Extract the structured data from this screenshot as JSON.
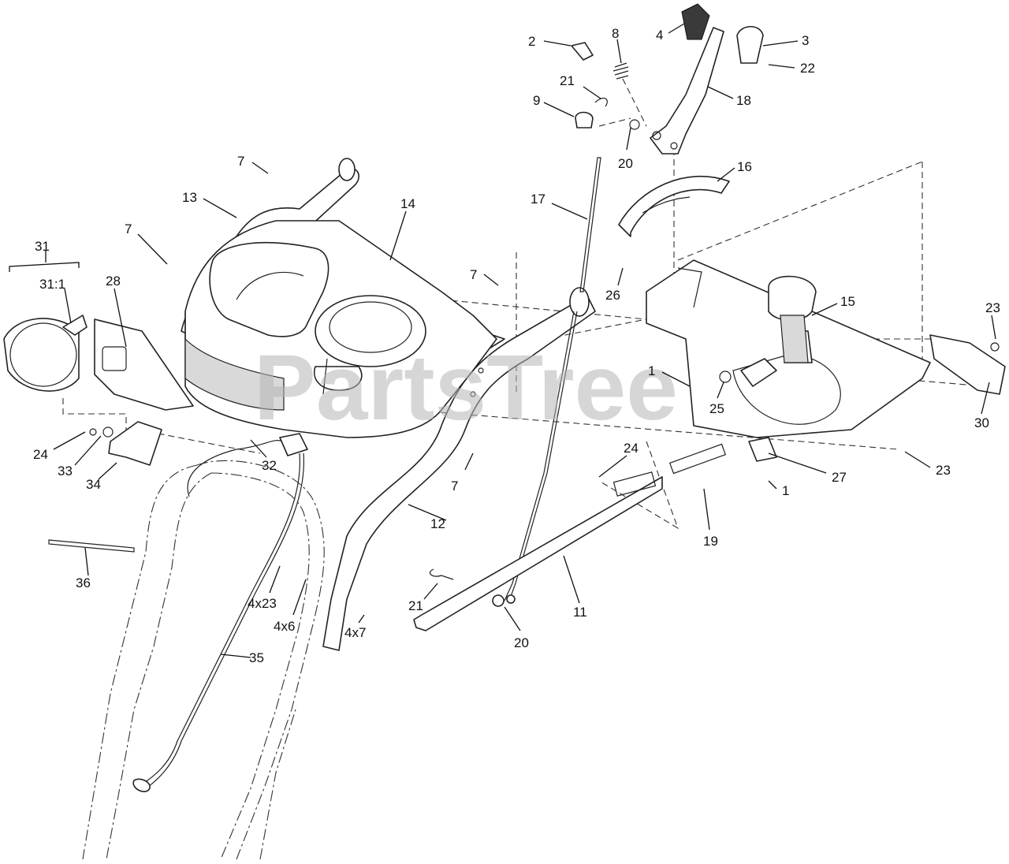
{
  "watermark": "PartsTree",
  "callouts": {
    "c1a": "1",
    "c1b": "1",
    "c2": "2",
    "c3": "3",
    "c4": "4",
    "c7a": "7",
    "c7b": "7",
    "c7c": "7",
    "c7d": "7",
    "c8": "8",
    "c9": "9",
    "c11": "11",
    "c12": "12",
    "c13": "13",
    "c14": "14",
    "c15": "15",
    "c16": "16",
    "c17": "17",
    "c18": "18",
    "c19": "19",
    "c20a": "20",
    "c20b": "20",
    "c21a": "21",
    "c21b": "21",
    "c22": "22",
    "c23a": "23",
    "c23b": "23",
    "c24a": "24",
    "c24b": "24",
    "c25": "25",
    "c26": "26",
    "c27": "27",
    "c28": "28",
    "c30": "30",
    "c31": "31",
    "c31_1": "31:1",
    "c32": "32",
    "c33": "33",
    "c34": "34",
    "c35": "35",
    "c36": "36",
    "c4x23": "4x23",
    "c4x6": "4x6",
    "c4x7": "4x7"
  }
}
